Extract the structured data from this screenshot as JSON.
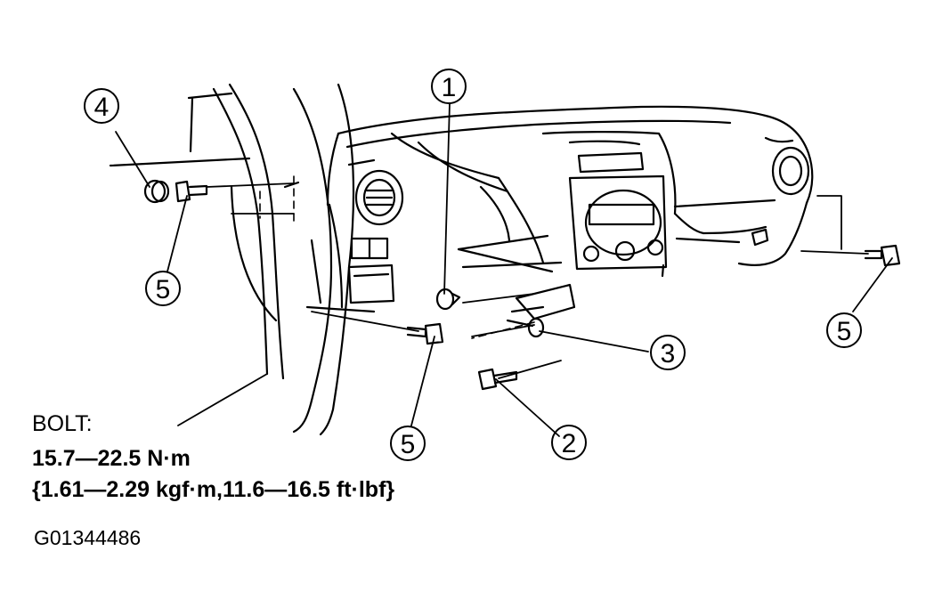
{
  "callouts": [
    {
      "label": "1"
    },
    {
      "label": "2"
    },
    {
      "label": "3"
    },
    {
      "label": "4"
    },
    {
      "label": "5"
    },
    {
      "label": "5"
    },
    {
      "label": "5"
    }
  ],
  "spec": {
    "heading": "BOLT:",
    "torque_nm": "15.7—22.5 N·m",
    "torque_conversion": "{1.61—2.29 kgf·m,11.6—16.5 ft·lbf}"
  },
  "figure_id": "G01344486"
}
